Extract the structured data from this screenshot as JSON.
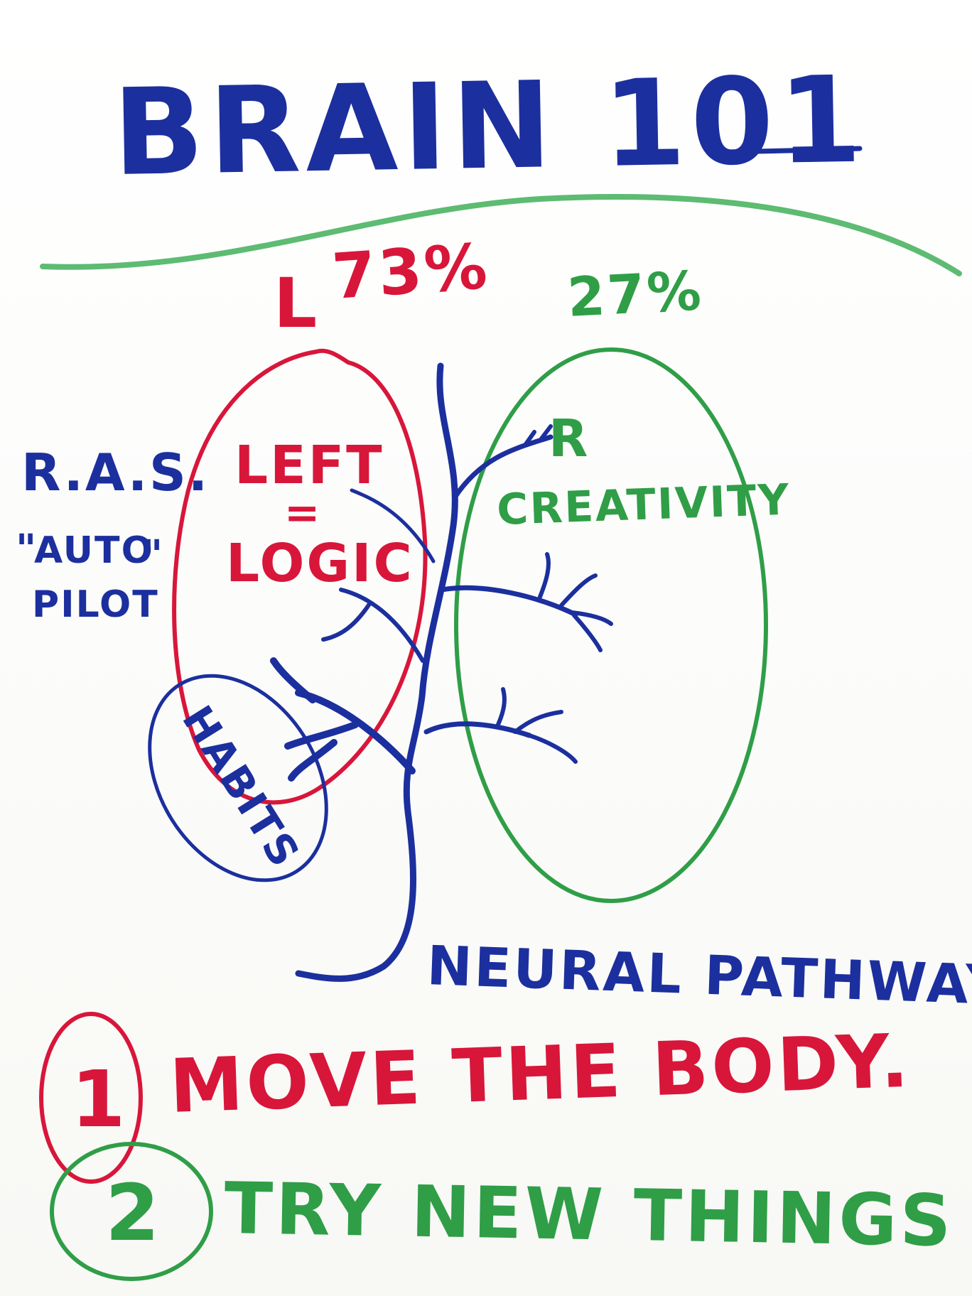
{
  "title": "BRAIN 101",
  "left": {
    "letter": "L",
    "percent": "73%",
    "heading": "LEFT",
    "equals": "=",
    "sub": "LOGIC"
  },
  "right": {
    "letter": "R",
    "percent": "27%",
    "heading": "CREATIVITY"
  },
  "ras": {
    "acronym": "R.A.S.",
    "quote_open": "\"",
    "line1": "AUTO",
    "quote_close": "\"",
    "line2": "PILOT"
  },
  "habit": "HABITS",
  "pathway_label": "NEURAL PATHWAY",
  "steps": [
    {
      "number": "1",
      "text": "MOVE THE BODY."
    },
    {
      "number": "2",
      "text": "TRY NEW THINGS"
    }
  ],
  "colors": {
    "blue": "#1c2f9e",
    "red": "#d8163a",
    "green": "#2f9e47",
    "divider": "#5dbb72"
  }
}
